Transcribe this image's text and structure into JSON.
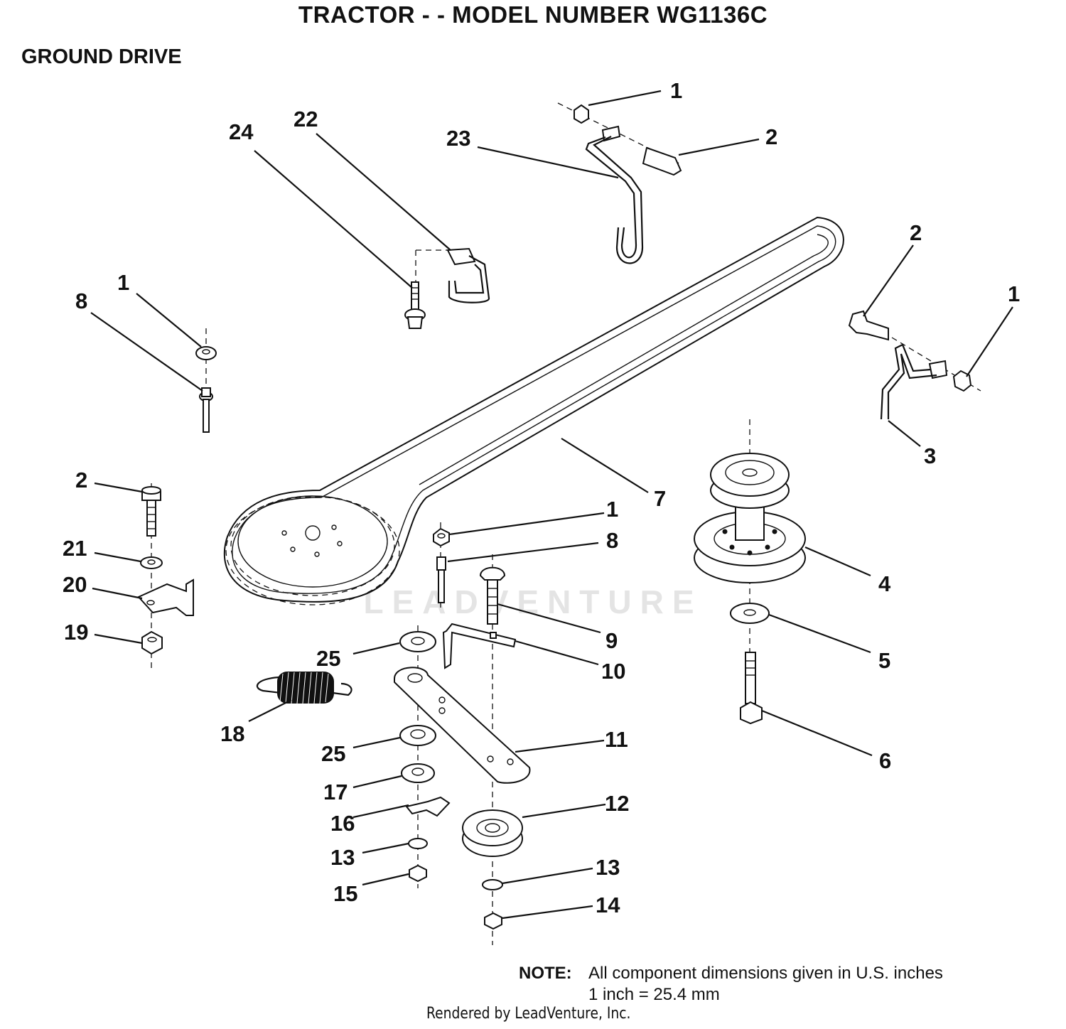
{
  "header": {
    "title": "TRACTOR - - MODEL NUMBER  WG1136C",
    "section": "GROUND DRIVE"
  },
  "note": {
    "label": "NOTE:",
    "line1": "All component dimensions given in U.S. inches",
    "line2": "1 inch = 25.4 mm"
  },
  "footer": "Rendered by LeadVenture, Inc.",
  "watermark": "LEADVENTURE",
  "callouts": [
    {
      "id": "c1a",
      "label": "1"
    },
    {
      "id": "c2a",
      "label": "2"
    },
    {
      "id": "c23",
      "label": "23"
    },
    {
      "id": "c24",
      "label": "24"
    },
    {
      "id": "c22",
      "label": "22"
    },
    {
      "id": "c2b",
      "label": "2"
    },
    {
      "id": "c1b",
      "label": "1"
    },
    {
      "id": "c3",
      "label": "3"
    },
    {
      "id": "c1c",
      "label": "1"
    },
    {
      "id": "c8a",
      "label": "8"
    },
    {
      "id": "c7",
      "label": "7"
    },
    {
      "id": "c2c",
      "label": "2"
    },
    {
      "id": "c21",
      "label": "21"
    },
    {
      "id": "c20",
      "label": "20"
    },
    {
      "id": "c19",
      "label": "19"
    },
    {
      "id": "c1d",
      "label": "1"
    },
    {
      "id": "c8b",
      "label": "8"
    },
    {
      "id": "c4",
      "label": "4"
    },
    {
      "id": "c9",
      "label": "9"
    },
    {
      "id": "c10",
      "label": "10"
    },
    {
      "id": "c5",
      "label": "5"
    },
    {
      "id": "c25a",
      "label": "25"
    },
    {
      "id": "c18",
      "label": "18"
    },
    {
      "id": "c11",
      "label": "11"
    },
    {
      "id": "c6",
      "label": "6"
    },
    {
      "id": "c25b",
      "label": "25"
    },
    {
      "id": "c17",
      "label": "17"
    },
    {
      "id": "c12",
      "label": "12"
    },
    {
      "id": "c16",
      "label": "16"
    },
    {
      "id": "c13a",
      "label": "13"
    },
    {
      "id": "c13b",
      "label": "13"
    },
    {
      "id": "c15",
      "label": "15"
    },
    {
      "id": "c14",
      "label": "14"
    }
  ]
}
